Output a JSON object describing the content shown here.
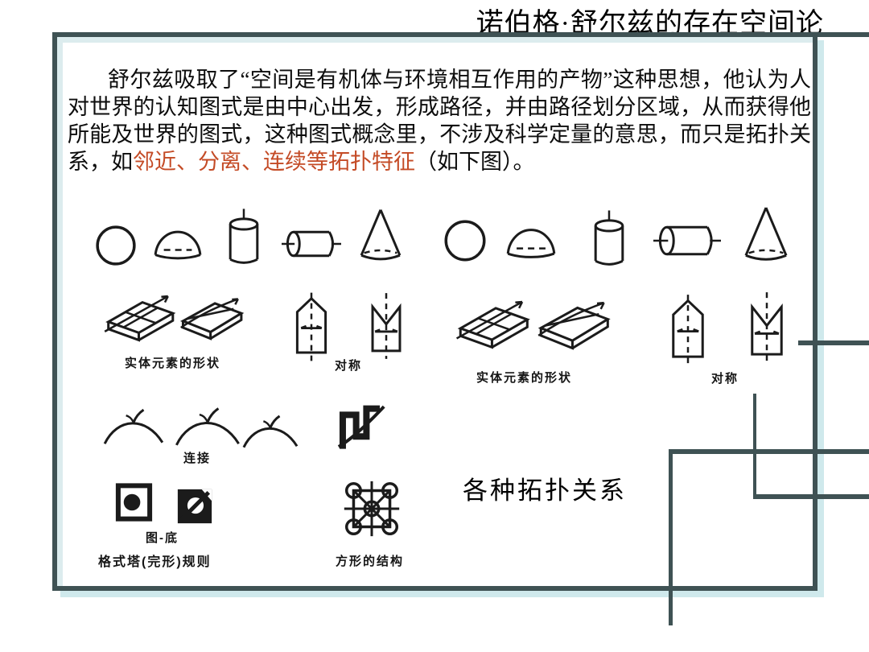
{
  "title": "诺伯格·舒尔兹的存在空间论",
  "paragraph": {
    "text_before": "舒尔兹吸取了“空间是有机体与环境相互作用的产物”这种思想，他认为人对世界的认知图式是由中心出发，形成路径，并由路径划分区域，从而获得他所能及世界的图式，这种图式概念里，不涉及科学定量的意思，而只是拓扑关系，如",
    "text_highlight": "邻近、分离、连续等拓扑特征",
    "text_after": "（如下图）。"
  },
  "figure": {
    "left": {
      "solid_shapes_label": "实体元素的形状",
      "symmetry_label": "对称",
      "connection_label": "连接",
      "figure_ground_label": "图-底",
      "gestalt_label": "格式塔(完形)规则",
      "square_structure_label": "方形的结构"
    },
    "right": {
      "solid_shapes_label": "实体元素的形状",
      "symmetry_label": "对称"
    },
    "caption": "各种拓扑关系"
  },
  "colors": {
    "ink": "#1b1b1b",
    "line_dark": "#3f5254",
    "line_light": "#cfe9ec",
    "accent_red": "#c44b26"
  }
}
